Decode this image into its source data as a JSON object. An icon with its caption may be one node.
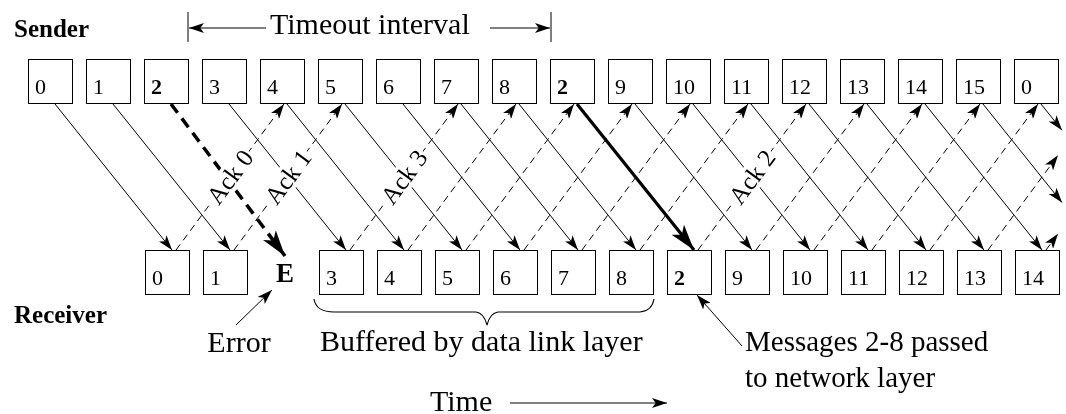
{
  "diagram": {
    "nodes": [
      {
        "text": [
          "0"
        ]
      },
      {
        "text": [
          "1"
        ]
      },
      {
        "text": [
          "2"
        ]
      },
      {
        "text": [
          "3"
        ]
      },
      {
        "text": [
          "4"
        ]
      },
      {
        "text": [
          "5"
        ]
      },
      {
        "text": [
          "6"
        ]
      },
      {
        "text": [
          "7"
        ]
      },
      {
        "text": [
          "8"
        ]
      },
      {
        "text": [
          "2"
        ]
      },
      {
        "text": [
          "9"
        ]
      },
      {
        "text": [
          "10"
        ]
      },
      {
        "text": [
          "11"
        ]
      },
      {
        "text": [
          "12"
        ]
      },
      {
        "text": [
          "13"
        ]
      },
      {
        "text": [
          "14"
        ]
      },
      {
        "text": [
          "15"
        ]
      },
      {
        "text": [
          "0"
        ]
      },
      {
        "text": [
          "0"
        ]
      },
      {
        "text": [
          "1"
        ]
      },
      {
        "text": [
          "E"
        ]
      },
      {
        "text": [
          "3"
        ]
      },
      {
        "text": [
          "4"
        ]
      },
      {
        "text": [
          "5"
        ]
      },
      {
        "text": [
          "6"
        ]
      },
      {
        "text": [
          "7"
        ]
      },
      {
        "text": [
          "8"
        ]
      },
      {
        "text": [
          "2"
        ]
      },
      {
        "text": [
          "9"
        ]
      },
      {
        "text": [
          "10"
        ]
      },
      {
        "text": [
          "11"
        ]
      },
      {
        "text": [
          "12"
        ]
      },
      {
        "text": [
          "13"
        ]
      },
      {
        "text": [
          "14"
        ]
      },
      {
        "text": [
          "Error"
        ]
      },
      {
        "text": [
          "Messages 2-8 passed to network layer"
        ]
      }
    ],
    "edges": [
      {
        "from": 0,
        "to": 18,
        "arrow": "to"
      },
      {
        "from": 1,
        "to": 19,
        "arrow": "to"
      },
      {
        "from": 2,
        "to": 20,
        "arrow": "to",
        "style": "dashed"
      },
      {
        "from": 3,
        "to": 21,
        "arrow": "to"
      },
      {
        "from": 4,
        "to": 22,
        "arrow": "to"
      },
      {
        "from": 5,
        "to": 23,
        "arrow": "to"
      },
      {
        "from": 6,
        "to": 24,
        "arrow": "to"
      },
      {
        "from": 7,
        "to": 25,
        "arrow": "to"
      },
      {
        "from": 8,
        "to": 26,
        "arrow": "to"
      },
      {
        "from": 9,
        "to": 27,
        "arrow": "to",
        "style": "thick"
      },
      {
        "from": 10,
        "to": 28,
        "arrow": "to"
      },
      {
        "from": 11,
        "to": 29,
        "arrow": "to"
      },
      {
        "from": 12,
        "to": 30,
        "arrow": "to"
      },
      {
        "from": 13,
        "to": 31,
        "arrow": "to"
      },
      {
        "from": 14,
        "to": 32,
        "arrow": "to"
      },
      {
        "from": 15,
        "to": 33,
        "arrow": "to"
      },
      {
        "from": 16,
        "to": null,
        "arrow": "to"
      },
      {
        "from": 17,
        "to": null,
        "arrow": "to"
      },
      {
        "from": 18,
        "to": 4,
        "arrow": "to",
        "style": "dashed",
        "label": "Ack 0"
      },
      {
        "from": 19,
        "to": 5,
        "arrow": "to",
        "style": "dashed",
        "label": "Ack 1"
      },
      {
        "from": 21,
        "to": 7,
        "arrow": "to",
        "style": "dashed",
        "label": "Ack 3"
      },
      {
        "from": 22,
        "to": 8,
        "arrow": "to",
        "style": "dashed"
      },
      {
        "from": 23,
        "to": 9,
        "arrow": "to",
        "style": "dashed"
      },
      {
        "from": 24,
        "to": 10,
        "arrow": "to",
        "style": "dashed"
      },
      {
        "from": 25,
        "to": 11,
        "arrow": "to",
        "style": "dashed"
      },
      {
        "from": 26,
        "to": 12,
        "arrow": "to",
        "style": "dashed"
      },
      {
        "from": 27,
        "to": 13,
        "arrow": "to",
        "style": "dashed",
        "label": "Ack 2"
      },
      {
        "from": 28,
        "to": 14,
        "arrow": "to",
        "style": "dashed"
      },
      {
        "from": 29,
        "to": 15,
        "arrow": "to",
        "style": "dashed"
      },
      {
        "from": 30,
        "to": 16,
        "arrow": "to",
        "style": "dashed"
      },
      {
        "from": 31,
        "to": 17,
        "arrow": "to",
        "style": "dashed"
      },
      {
        "from": 32,
        "to": null,
        "arrow": "to",
        "style": "dashed"
      },
      {
        "from": 33,
        "to": null,
        "arrow": "to",
        "style": "dashed"
      },
      {
        "from": 34,
        "to": 20,
        "arrow": "to"
      },
      {
        "from": 35,
        "to": 27,
        "arrow": "to"
      }
    ],
    "labels": [
      "Sender",
      "Timeout interval",
      "Receiver",
      "Buffered by data link layer",
      "Time"
    ]
  }
}
